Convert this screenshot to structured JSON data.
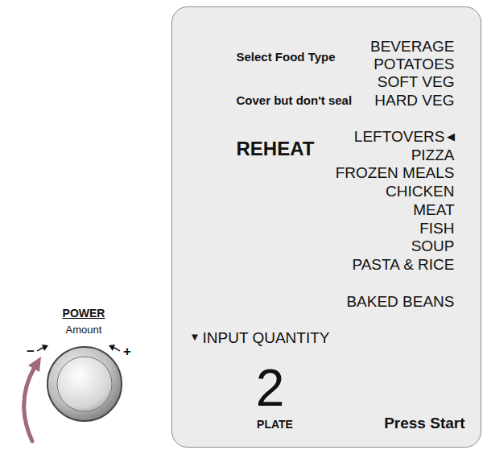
{
  "diagram": {
    "nodes": [
      {
        "text": [
          "Select Food Type",
          "Cover but don't seal",
          "BEVERAGE",
          "POTATOES",
          "SOFT VEG",
          "HARD VEG",
          "REHEAT",
          "LEFTOVERS",
          "◀",
          "PIZZA",
          "FROZEN MEALS",
          "CHICKEN",
          "MEAT",
          "FISH",
          "SOUP",
          "PASTA & RICE",
          "BAKED BEANS",
          "▼",
          "INPUT QUANTITY",
          "2",
          "PLATE",
          "Press Start"
        ]
      }
    ],
    "labels": [
      "POWER",
      "Amount",
      "−",
      "+"
    ]
  }
}
